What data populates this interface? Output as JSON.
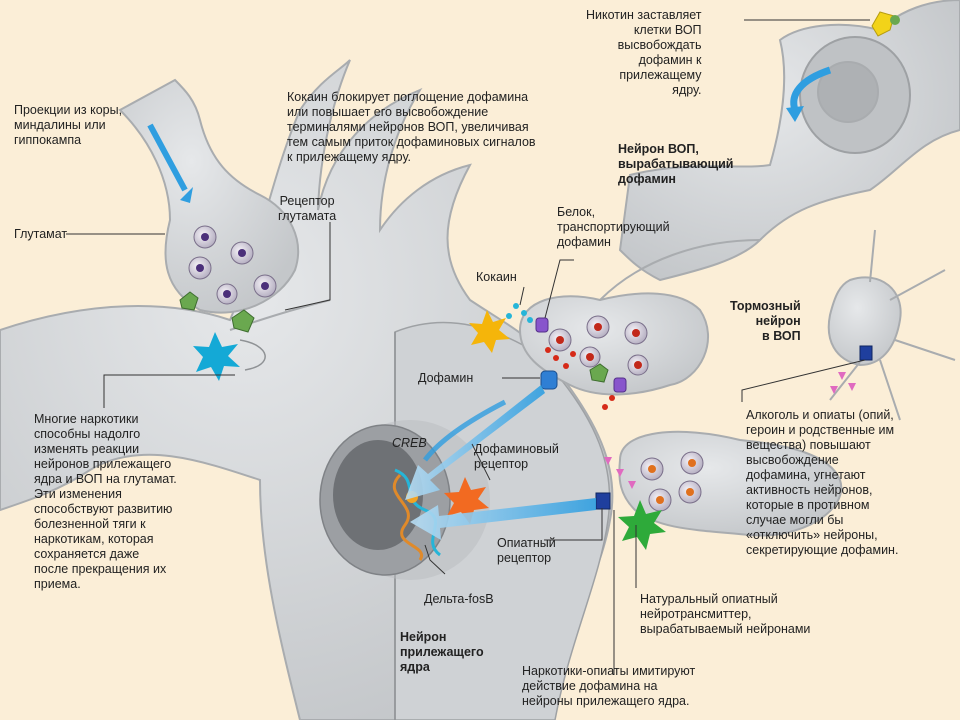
{
  "colors": {
    "background": "#fbeed7",
    "neuron": "#d4d6d8",
    "neuron_edge": "#a9acaf",
    "arrow_blue": "#2f9ee0",
    "dopamine_red": "#d62a18",
    "glutamate_receptor": "#6aa84f",
    "opiate_receptor": "#1f3f9e",
    "transporter": "#8855cc",
    "cocaine_star": "#f5b50a",
    "burst_cyan": "#14a9d6",
    "burst_orange": "#f26a21",
    "burst_green": "#2eaa3a"
  },
  "labels": {
    "cortex_projections": "Проекции из коры,\nминдалины или\nгиппокампа",
    "glutamate": "Глутамат",
    "glutamate_receptor": "Рецептор\nглутамата",
    "cocaine_note": "Кокаин блокирует поглощение дофамина\nили повышает его высвобождение\nтерминалями нейронов ВОП, увеличивая\nтем самым приток дофаминовых сигналов\nк прилежащему ядру.",
    "nicotine_note": "Никотин заставляет\nклетки ВОП\nвысвобождать\nдофамин к\nприлежащему\nядру.",
    "vta_neuron": "Нейрон ВОП,\nвырабатывающий\nдофамин",
    "transporter_protein": "Белок,\nтранспортирующий\nдофамин",
    "cocaine": "Кокаин",
    "inhibitory_neuron": "Тормозный\nнейрон\nв ВОП",
    "dopamine": "Дофамин",
    "creb": "CREB",
    "dopamine_receptor": "Дофаминовый\nрецептор",
    "drugs_note": "Многие наркотики\nспособны надолго\nизменять реакции\nнейронов прилежащего\nядра и ВОП на глутамат.\nЭти изменения\nспособствуют развитию\nболезненной тяги к\nнаркотикам, которая\nсохраняется даже\nпосле прекращения их\nприема.",
    "alcohol_note": "Алкоголь и опиаты (опий,\nгероин и родственные им\nвещества) повышают\nвысвобождение\nдофамина, угнетают\nактивность нейронов,\nкоторые в противном\nслучае могли бы\n«отключить» нейроны,\nсекретирующие дофамин.",
    "opiate_receptor": "Опиатный\nрецептор",
    "delta_fosb": "Дельта-fosB",
    "natural_opiate": "Натуральный опиатный\nнейротрансмиттер,\nвырабатываемый нейронами",
    "nucleus_neuron": "Нейрон\nприлежащего\nядра",
    "opiate_drugs_note": "Наркотики-опиаты имитируют\nдействие дофамина на\nнейроны прилежащего ядра."
  }
}
